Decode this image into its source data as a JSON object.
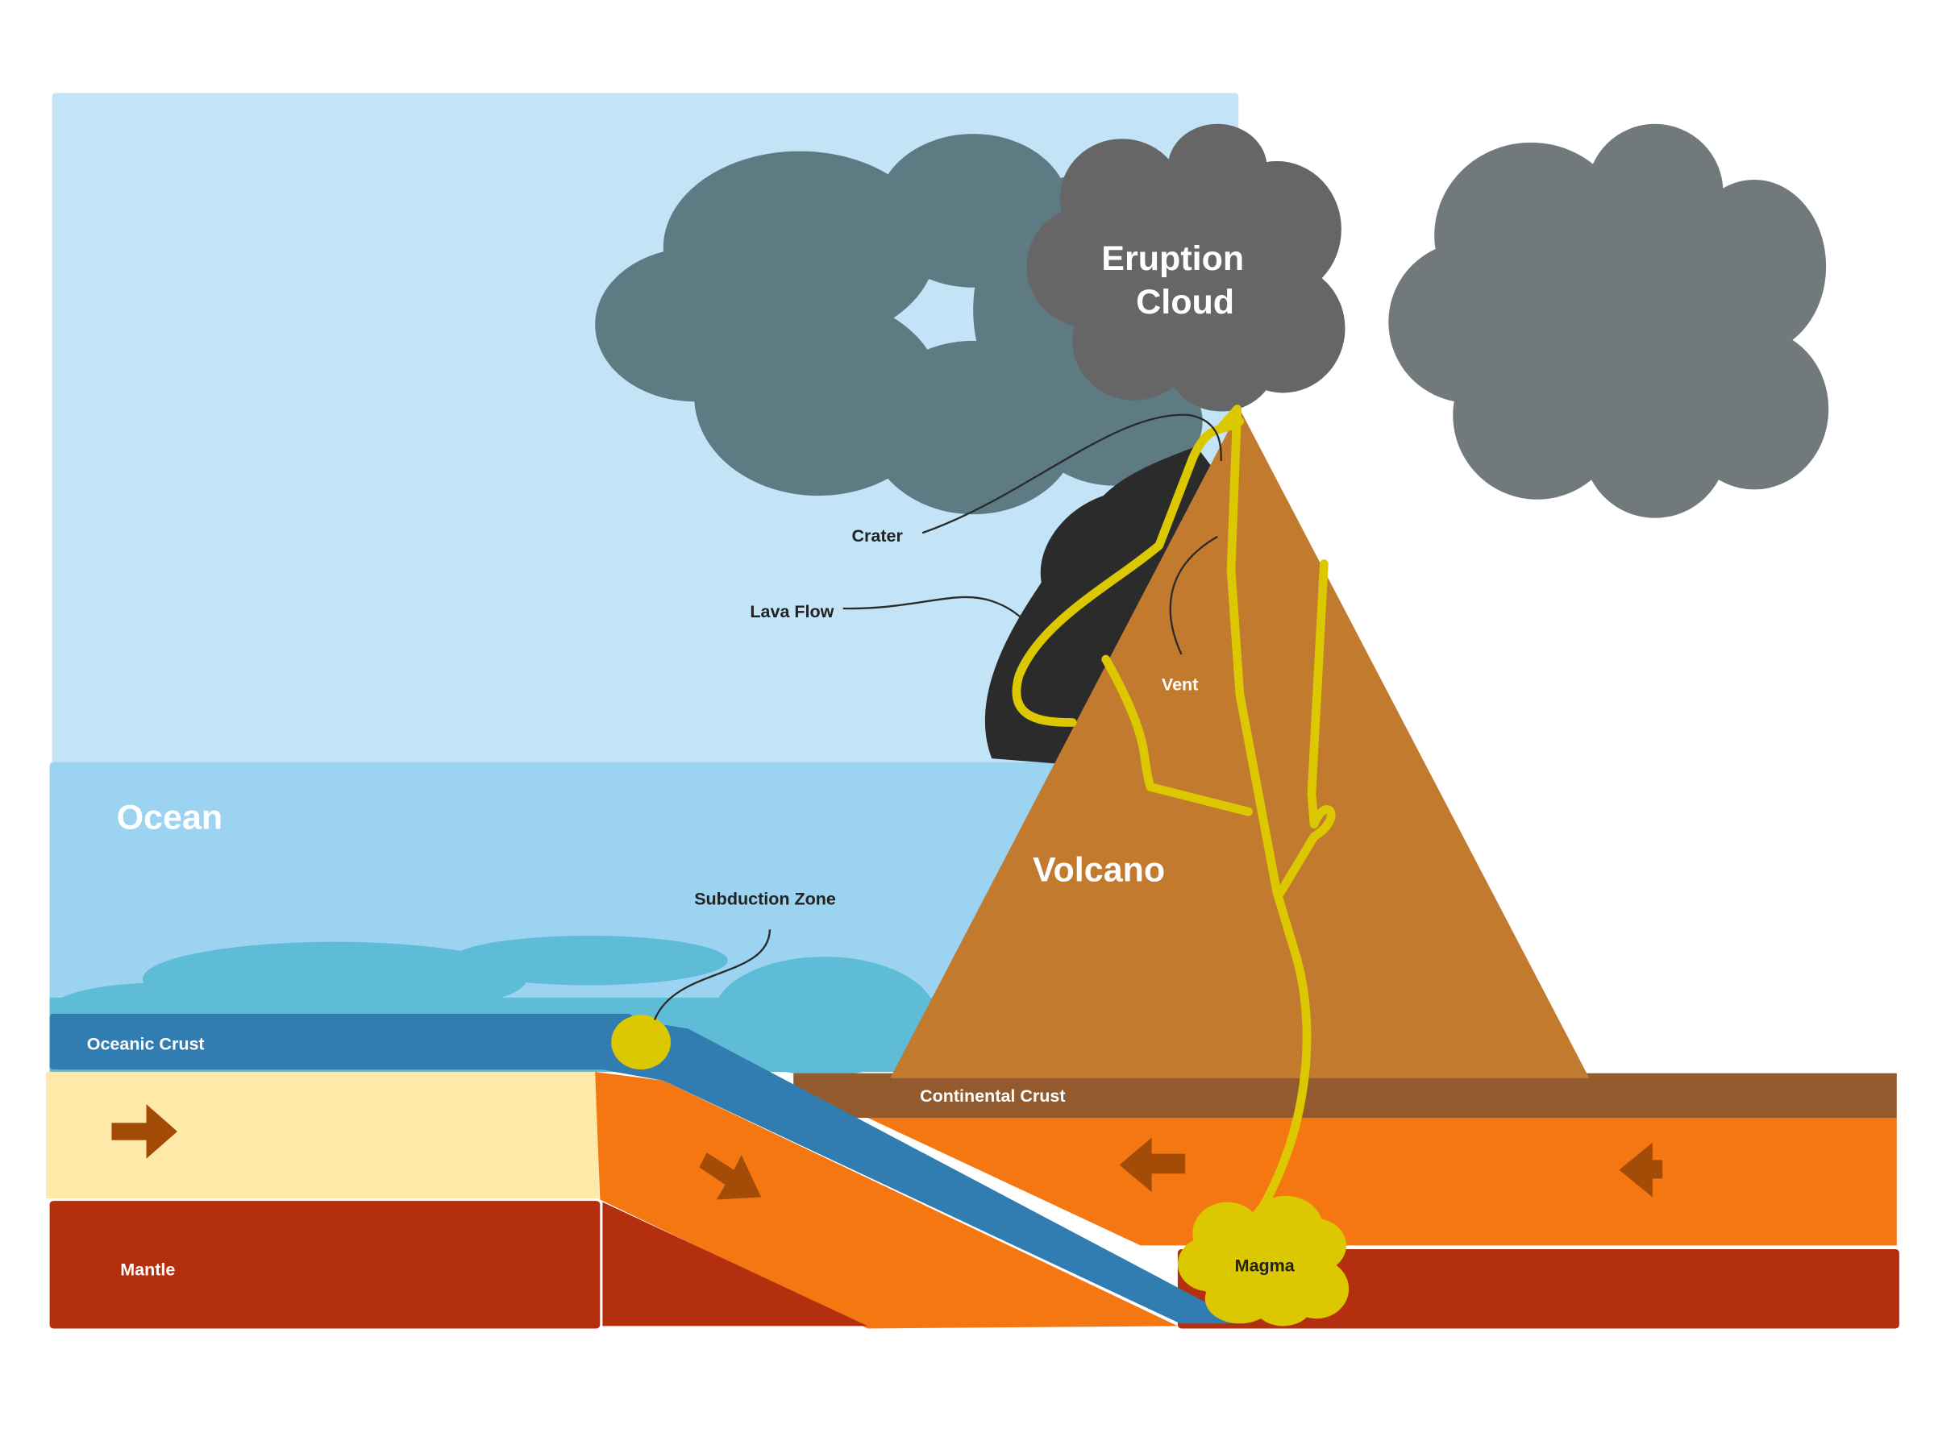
{
  "labels": {
    "eruption_cloud_line1": "Eruption",
    "eruption_cloud_line2": "Cloud",
    "ocean": "Ocean",
    "volcano": "Volcano",
    "subduction_zone": "Subduction  Zone",
    "crater": "Crater",
    "lava_flow": "Lava  Flow",
    "vent": "Vent",
    "oceanic_crust": "Oceanic  Crust",
    "continental_crust": "Continental  Crust",
    "mantle": "Mantle",
    "magma": "Magma"
  },
  "colors": {
    "sky": "#c2e4f6",
    "ocean": "#9bd3f1",
    "sea_floor": "#5fbcd7",
    "oceanic_crust": "#317db1",
    "lithosphere": "#fee9a8",
    "mantle": "#b32f0e",
    "asthenosphere": "#f47712",
    "continental_crust": "#935a2e",
    "volcano": "#c17a2e",
    "lava": "#2b2b2b",
    "magma": "#dcc800",
    "arrow": "#a34c08"
  }
}
